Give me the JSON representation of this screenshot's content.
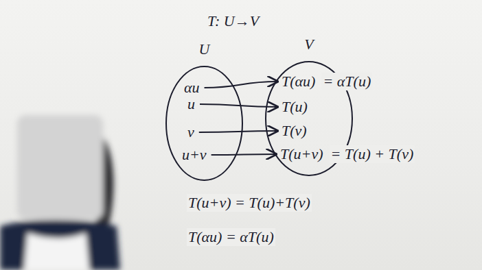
{
  "diagram": {
    "title": "T: U→V",
    "nodes": [
      {
        "text": [
          "U"
        ]
      },
      {
        "text": [
          "V"
        ]
      },
      {
        "text": [
          "αu"
        ],
        "in": 0
      },
      {
        "text": [
          "u"
        ],
        "in": 0
      },
      {
        "text": [
          "v"
        ],
        "in": 0
      },
      {
        "text": [
          "u+v"
        ],
        "in": 0
      },
      {
        "text": [
          "T(αu)"
        ],
        "in": 1
      },
      {
        "text": [
          "T(u)"
        ],
        "in": 1
      },
      {
        "text": [
          "T(v)"
        ],
        "in": 1
      },
      {
        "text": [
          "T(u+v)"
        ],
        "in": 1
      }
    ],
    "edges": [
      {
        "from": 2,
        "to": 6,
        "arrow": "to"
      },
      {
        "from": 3,
        "to": 7,
        "arrow": "to"
      },
      {
        "from": 4,
        "to": 8,
        "arrow": "to"
      },
      {
        "from": 5,
        "to": 9,
        "arrow": "to"
      }
    ],
    "labels": [
      "= αT(u)",
      "= T(u) + T(v)",
      "T(u+v) = T(u)+T(v)",
      "T(αu) = αT(u)"
    ]
  }
}
